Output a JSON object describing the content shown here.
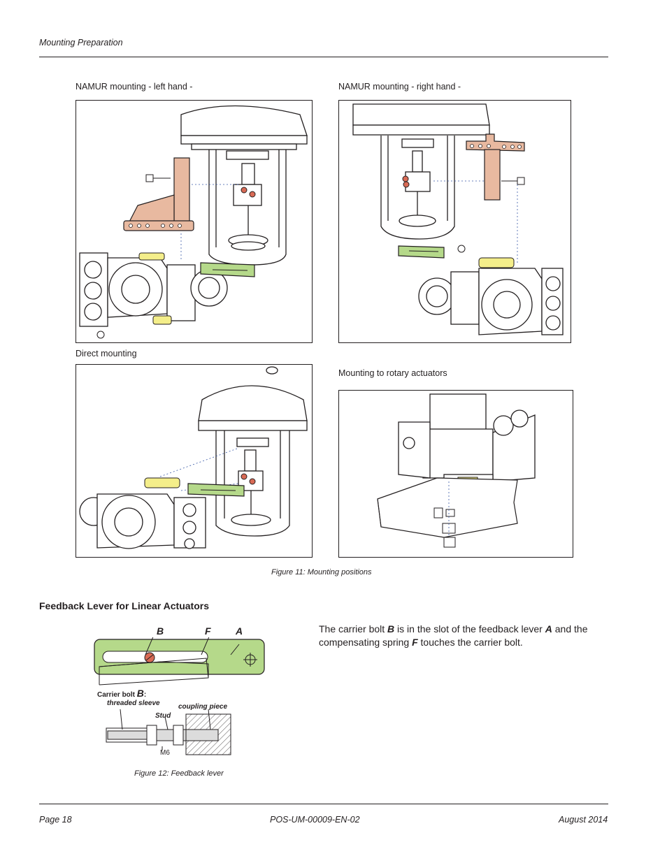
{
  "header": {
    "section": "Mounting Preparation"
  },
  "figure11": {
    "panels": {
      "namur_left": "NAMUR mounting - left hand  -",
      "namur_right": "NAMUR mounting - right hand -",
      "direct": "Direct mounting",
      "rotary": "Mounting to rotary actuators"
    },
    "caption": "Figure 11:  Mounting positions"
  },
  "feedback": {
    "heading": "Feedback Lever for Linear Actuators",
    "para": {
      "t1": "The carrier bolt ",
      "b": "B",
      "t2": " is in the slot of the feedback lever ",
      "a": "A",
      "t3": " and the compensating spring ",
      "f": "F",
      "t4": " touches the carrier bolt."
    },
    "diagram": {
      "label_b": "B",
      "label_f": "F",
      "label_a": "A",
      "carrier_bolt": "Carrier bolt",
      "carrier_b": "B",
      "colon": ":",
      "threaded_sleeve": "threaded sleeve",
      "coupling_piece": "coupling piece",
      "stud": "Stud",
      "m6": "M6"
    },
    "caption": "Figure 12:  Feedback lever"
  },
  "footer": {
    "page": "Page 18",
    "doc": "POS-UM-00009-EN-02",
    "date": "August 2014"
  },
  "colors": {
    "bracket_copper": "#e8b9a0",
    "lever_green": "#b5d98a",
    "part_yellow": "#f4ee8a",
    "screw_red": "#d86a55",
    "line": "#231f20"
  }
}
